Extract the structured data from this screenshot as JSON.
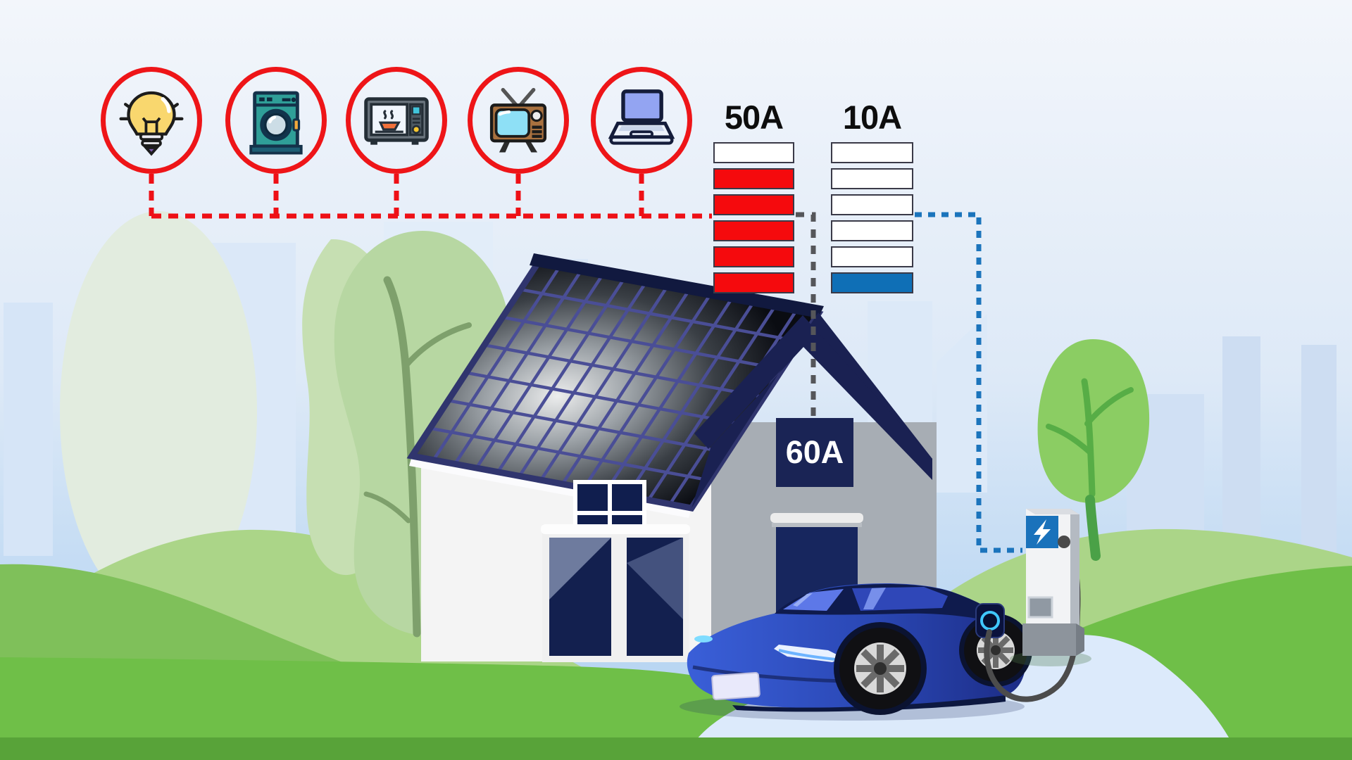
{
  "title": "Home energy load balancing with solar house and EV charging",
  "appliances": {
    "ring_color": "#ee1518",
    "items": [
      {
        "name": "light-bulb"
      },
      {
        "name": "washing-machine"
      },
      {
        "name": "microwave-oven"
      },
      {
        "name": "television"
      },
      {
        "name": "laptop"
      }
    ]
  },
  "gauges": [
    {
      "id": "appliances-circuit",
      "label": "50A",
      "segments": [
        "empty",
        "load",
        "load",
        "load",
        "load",
        "load"
      ],
      "load_color": "#f50a0d",
      "empty_color": "#ffffff"
    },
    {
      "id": "ev-charger-circuit",
      "label": "10A",
      "segments": [
        "empty",
        "empty",
        "empty",
        "empty",
        "empty",
        "load"
      ],
      "load_color": "#0f6fb6",
      "empty_color": "#ffffff"
    }
  ],
  "main_breaker": {
    "label": "60A",
    "panel_color": "#1a2455"
  },
  "connections": [
    {
      "name": "appliances-to-meter",
      "color": "#ee1016",
      "style": "dashed"
    },
    {
      "name": "meter-to-house-breaker",
      "color": "#55565a",
      "style": "dashed"
    },
    {
      "name": "meter-to-ev-charger",
      "color": "#1b74bc",
      "style": "dotted"
    }
  ],
  "colors": {
    "sky_top": "#f3f6fb",
    "sky_bottom": "#b9d6f2",
    "skyline": "#d6e5f7",
    "hill_light": "#abd588",
    "hill_medium": "#7fc05a",
    "grass": "#6fbf48",
    "grass_dark_band": "#58a339",
    "driveway": "#dceafb",
    "house_wall": "#f4f4f4",
    "house_side_gray": "#a7adb4",
    "roof_navy": "#1a2152",
    "window_navy": "#101e4e",
    "solar_grid_purple": "#4a4e96",
    "car_blue": "#2c4fc4",
    "car_dark_navy": "#0f1b4d",
    "charger_blue": "#1a72bb",
    "cable_gray": "#4c4c4c",
    "tree_sage": "#b7d7a2",
    "tree_green": "#8bcd63"
  }
}
